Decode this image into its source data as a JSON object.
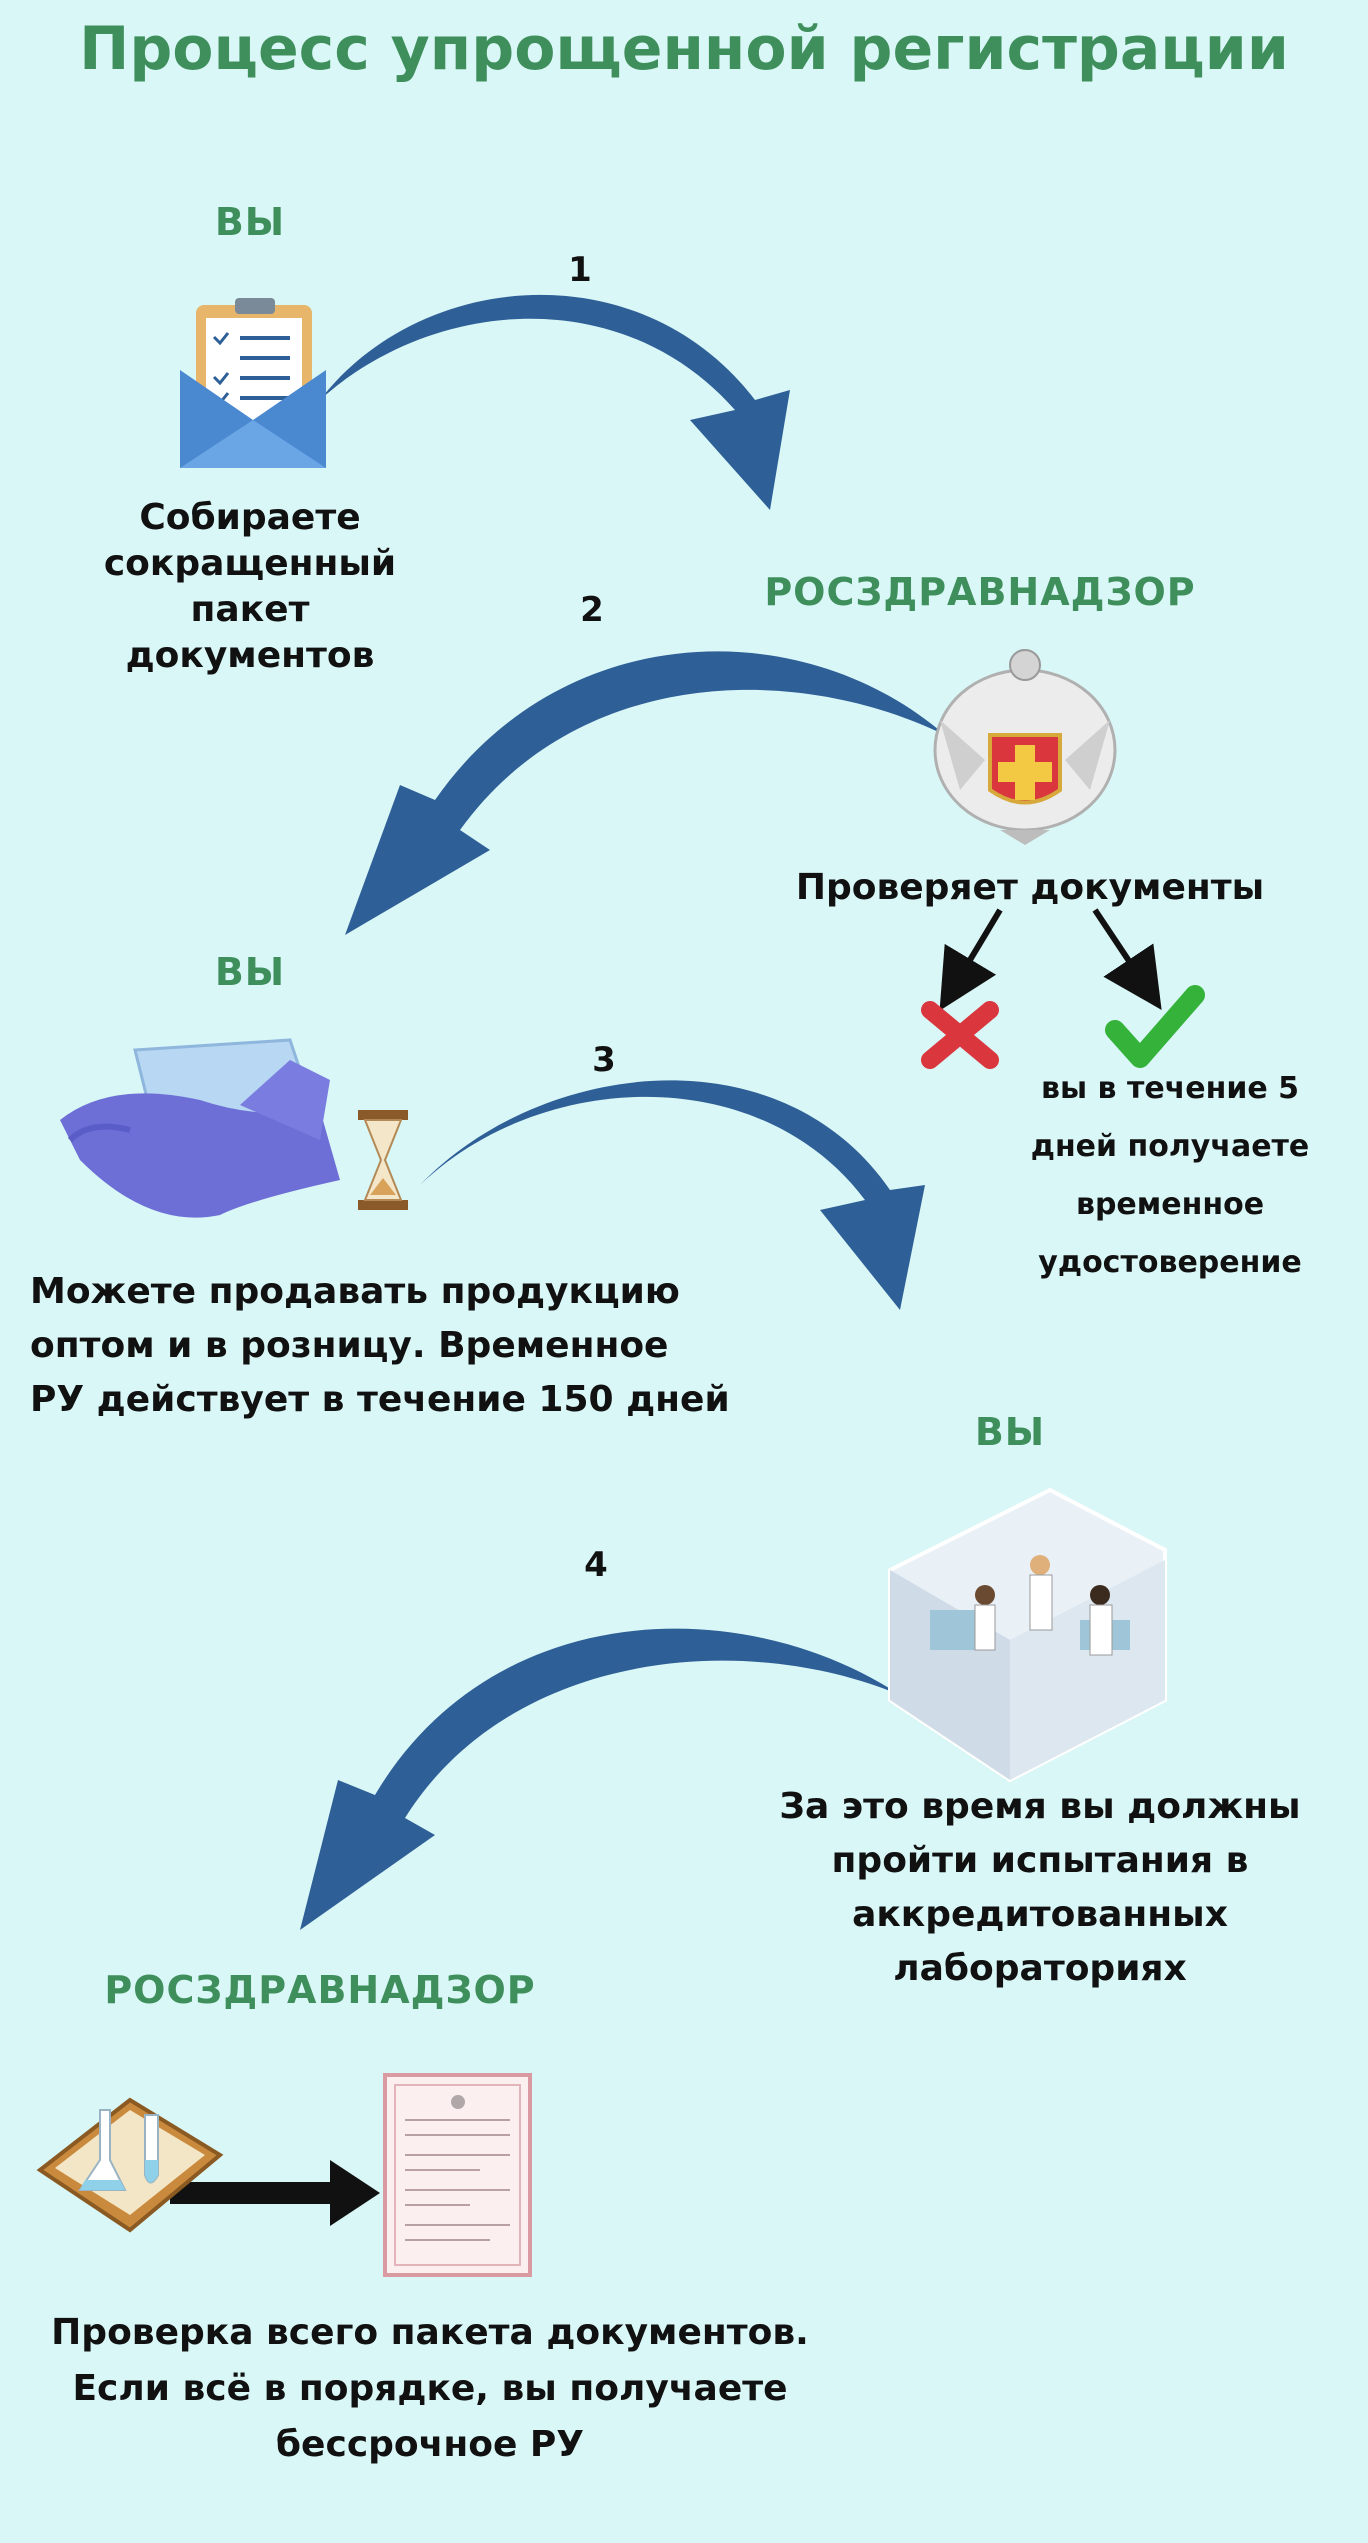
{
  "title": "Процесс упрощенной регистрации",
  "actors": {
    "you": "ВЫ",
    "regulator": "РОСЗДРАВНАДЗОР"
  },
  "steps": [
    "1",
    "2",
    "3",
    "4"
  ],
  "texts": {
    "collect": [
      "Собираете",
      "сокращенный пакет",
      "документов"
    ],
    "checks": "Проверяет документы",
    "approved": [
      "вы в течение 5",
      "дней получаете",
      "временное",
      "удостоверение"
    ],
    "sell": [
      "Можете продавать продукцию",
      "оптом и в розницу. Временное",
      "РУ действует в течение 150 дней"
    ],
    "tests": [
      "За это время вы должны",
      "пройти испытания в",
      "аккредитованных",
      "лабораториях"
    ],
    "final": [
      "Проверка всего пакета документов.",
      "Если всё в порядке, вы получаете",
      "бессрочное РУ"
    ]
  },
  "colors": {
    "background": "#d9f7f7",
    "accent_green": "#3f8f5c",
    "arrow_blue": "#2f5f97",
    "reject_red": "#d9363e",
    "approve_green": "#35b23a"
  },
  "icons": [
    "clipboard-envelope-icon",
    "eagle-emblem-icon",
    "cross-mark-icon",
    "check-mark-icon",
    "gloves-mask-icon",
    "hourglass-icon",
    "laboratory-icon",
    "flask-clipboard-icon",
    "certificate-icon"
  ]
}
